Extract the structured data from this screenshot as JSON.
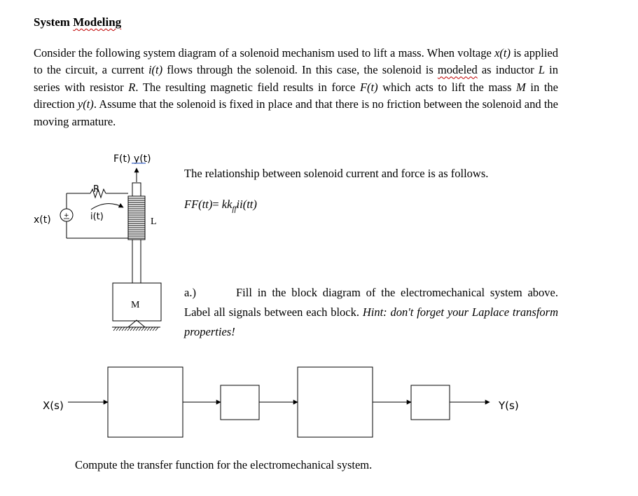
{
  "title": {
    "pre": "System ",
    "misspelled": "Modeling"
  },
  "paragraph": {
    "t1": "Consider the following system diagram of a solenoid mechanism used to lift a mass. When voltage ",
    "x_t": "x(t)",
    "t2": " is applied to the circuit, a current ",
    "i_t": "i(t)",
    "t3": " flows through the solenoid. In this case, the solenoid is ",
    "modeled": "modeled",
    "t4": " as inductor ",
    "L": "L",
    "t5": " in series with resistor ",
    "R": "R",
    "t6": ". The resulting magnetic field results in force ",
    "F_t": "F(t)",
    "t7": " which acts to lift the mass ",
    "M": "M",
    "t8": " in the direction ",
    "y_t": "y(t)",
    "t9": ". Assume that the solenoid is fixed in place and that there is no friction between the solenoid and the moving armature."
  },
  "relationship_text": "The relationship between solenoid current and force is as follows.",
  "equation": {
    "lhs": "FF(tt)",
    "eq": "= ",
    "k": "kk",
    "k_sub": "ff",
    "i": "ii(tt)"
  },
  "question": {
    "label": "a.)",
    "t1": "Fill in the block diagram of the electromechanical system above. Label all signals between each block. ",
    "hint": "Hint: don't forget your Laplace  transform properties!"
  },
  "compute_text": "Compute the transfer function for the electromechanical system.",
  "schematic": {
    "force_label": "F(t) y(t)",
    "resistor_label": "R",
    "current_label": "i(t)",
    "voltage_label": "x(t)",
    "inductor_label": "L",
    "mass_label": "M"
  },
  "block_diagram": {
    "input_label": "X(s)",
    "output_label": "Y(s)"
  }
}
